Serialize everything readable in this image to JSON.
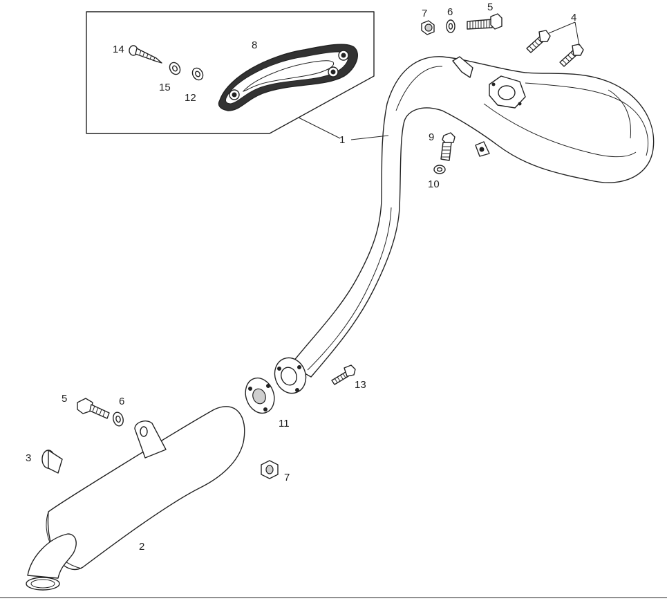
{
  "labels": {
    "header_pipe": "1",
    "silencer": "2",
    "end_cap": "3",
    "bolt_4": "4",
    "bolt_5_top": "5",
    "washer_6_top": "6",
    "nut_7_top": "7",
    "heat_shield": "8",
    "bolt_9": "9",
    "washer_10": "10",
    "gasket_11": "11",
    "washer_12": "12",
    "bolt_13": "13",
    "screw_14": "14",
    "washer_15": "15",
    "bolt_5_bottom": "5",
    "washer_6_bottom": "6",
    "nut_7_bottom": "7"
  }
}
